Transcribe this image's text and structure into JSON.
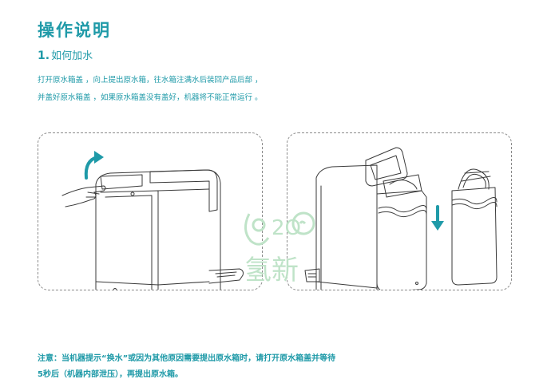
{
  "page": {
    "title": "操作说明",
    "step_number": "1.",
    "step_label": "如何加水",
    "desc_line1": "打开原水箱盖 ，向上提出原水箱，往水箱注满水后装回产品后部 ，",
    "desc_line2": "并盖好原水箱盖 ，如果原水箱盖没有盖好，机器将不能正常运行 。",
    "note_line1": "注意：当机器提示“换水”或因为其他原因需要提出原水箱时，请打开原水箱盖并等待",
    "note_line2": "5秒后（机器内部泄压），再提出原水箱。",
    "watermark_top": "2O",
    "watermark_bottom": "氢新"
  },
  "colors": {
    "accent": "#1f9aa8",
    "line_art": "#3a3a3a",
    "watermark": "#bfe3c8",
    "dashed_border": "#8a8a8a"
  },
  "icons": [
    "rotate-arrow-icon",
    "down-arrow-icon",
    "hand-icon"
  ]
}
